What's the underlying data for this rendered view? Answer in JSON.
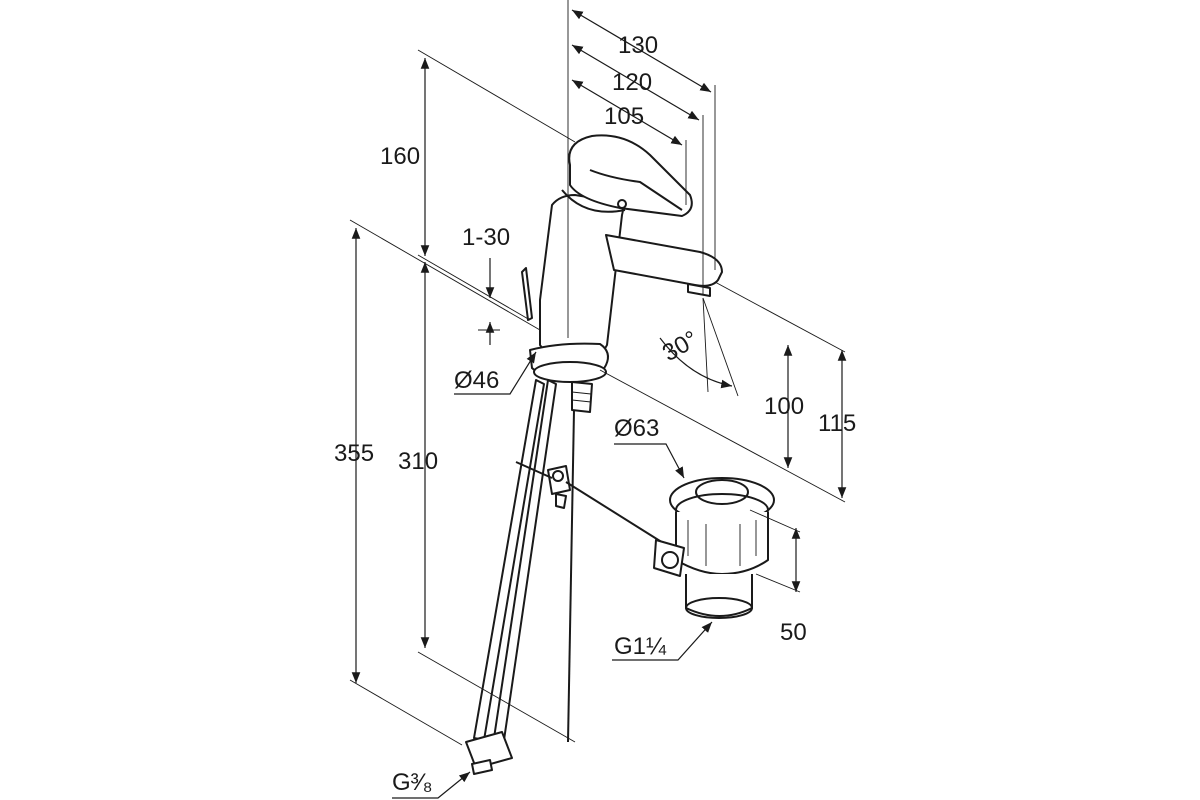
{
  "dimensions": {
    "d130": "130",
    "d120": "120",
    "d105": "105",
    "d160": "160",
    "d1_30": "1-30",
    "d355": "355",
    "d310": "310",
    "d46": "Ø46",
    "d30deg": "30°",
    "d100": "100",
    "d115": "115",
    "d63": "Ø63",
    "d50": "50",
    "g1_1_4": "G1¼",
    "g3_8": "G³⁄₈"
  },
  "colors": {
    "line": "#1a1a1a",
    "background": "#ffffff"
  }
}
